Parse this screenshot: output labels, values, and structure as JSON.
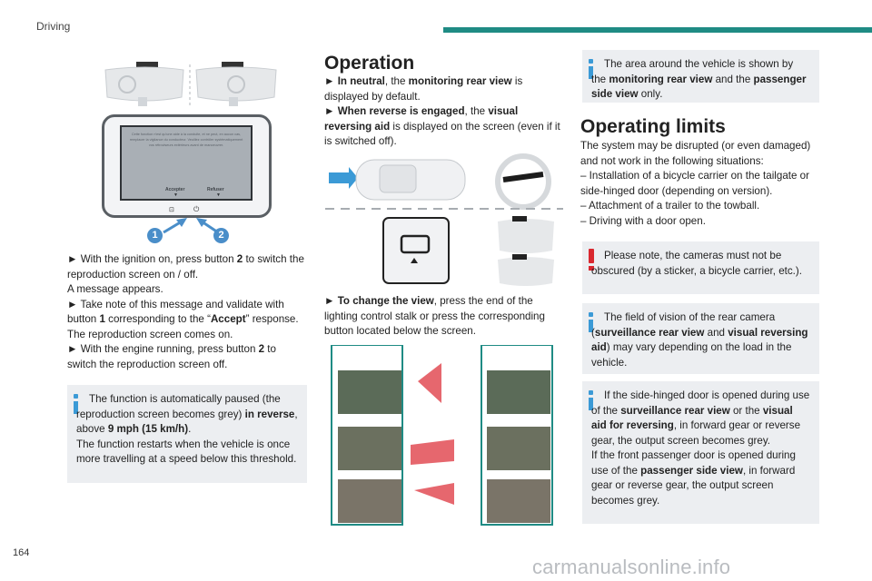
{
  "header": {
    "section_title": "Driving",
    "accent_color": "#1f8b84"
  },
  "footer": {
    "page_number": "164",
    "watermark": "carmanualsonline.info"
  },
  "column1": {
    "screen_message": {
      "text": "Cette fonction n'est qu'une aide à la conduite, et ne peut, en aucun cas, remplacer la vigilance du conducteur. Veuillez contrôler systématiquement vos rétroviseurs extérieurs avant de manoeuvrer.",
      "accept_label": "Accepter",
      "decline_label": "Refuser"
    },
    "callout_1": "1",
    "callout_2": "2",
    "steps": [
      {
        "arrow": "► ",
        "text": "With the ignition on, press button "
      },
      {
        "bold": "2"
      },
      {
        "text": " to switch the reproduction screen on / off."
      },
      {
        "text2": "A message appears."
      },
      {
        "arrow": "► ",
        "text": "Take note of this message and validate with button "
      },
      {
        "bold": "1"
      },
      {
        "text": " corresponding to the “"
      },
      {
        "bold": "Accept"
      },
      {
        "text": "” response."
      },
      {
        "text2": "The reproduction screen comes on."
      },
      {
        "arrow": "► ",
        "text": "With the engine running, press button "
      },
      {
        "bold": "2"
      },
      {
        "text": " to switch the reproduction screen off."
      }
    ],
    "p1_a": "► With the ignition on, press button ",
    "p1_b": "2",
    "p1_c": " to switch the reproduction screen on / off.",
    "p2": "A message appears.",
    "p3_a": "► Take note of this message and validate with button ",
    "p3_b": "1",
    "p3_c": " corresponding to the “",
    "p3_d": "Accept",
    "p3_e": "” response.",
    "p4": "The reproduction screen comes on.",
    "p5_a": "► With the engine running, press button ",
    "p5_b": "2",
    "p5_c": " to switch the reproduction screen off.",
    "note_a": "The function is automatically paused (the reproduction screen becomes grey) ",
    "note_b": "in reverse",
    "note_c": ", above ",
    "note_d": "9 mph (15 km/h)",
    "note_e": ".",
    "note_f": "The function restarts when the vehicle is once more travelling at a speed below this threshold."
  },
  "column2": {
    "heading": "Operation",
    "p1_a": "► ",
    "p1_b": "In neutral",
    "p1_c": ", the ",
    "p1_d": "monitoring rear view",
    "p1_e": " is displayed by default.",
    "p2_a": "► ",
    "p2_b": "When reverse is engaged",
    "p2_c": ", the ",
    "p2_d": "visual reversing aid",
    "p2_e": " is displayed on the screen (even if it is switched off).",
    "p3_a": "► ",
    "p3_b": "To change the view",
    "p3_c": ", press the end of the lighting control stalk or press the corresponding button located below the screen."
  },
  "column3": {
    "note1_a": "The area around the vehicle is shown by the ",
    "note1_b": "monitoring rear view",
    "note1_c": " and the ",
    "note1_d": "passenger side view",
    "note1_e": " only.",
    "heading": "Operating limits",
    "intro": "The system may be disrupted (or even damaged) and not work in the following situations:",
    "items": [
      "– Installation of a bicycle carrier on the tailgate or side-hinged door (depending on version).",
      "– Attachment of a trailer to the towball.",
      "– Driving with a door open."
    ],
    "warn": "Please note, the cameras must not be obscured (by a sticker, a bicycle carrier, etc.).",
    "note2_a": "The field of vision of the rear camera (",
    "note2_b": "surveillance rear view",
    "note2_c": " and ",
    "note2_d": "visual reversing aid",
    "note2_e": ") may vary depending on the load in the vehicle.",
    "note3_a": "If the side-hinged door is opened during use of the ",
    "note3_b": "surveillance rear view",
    "note3_c": " or the ",
    "note3_d": "visual aid for reversing",
    "note3_e": ", in forward gear or reverse gear, the output screen becomes grey.",
    "note3_f": "If the front passenger door is opened during use of the ",
    "note3_g": "passenger side view",
    "note3_h": ", in forward gear or reverse gear, the output screen becomes grey."
  },
  "colors": {
    "info_icon": "#3b9ad6",
    "warning_icon": "#d9282f",
    "note_bg": "#eceef1",
    "callout": "#4a8ec9"
  }
}
